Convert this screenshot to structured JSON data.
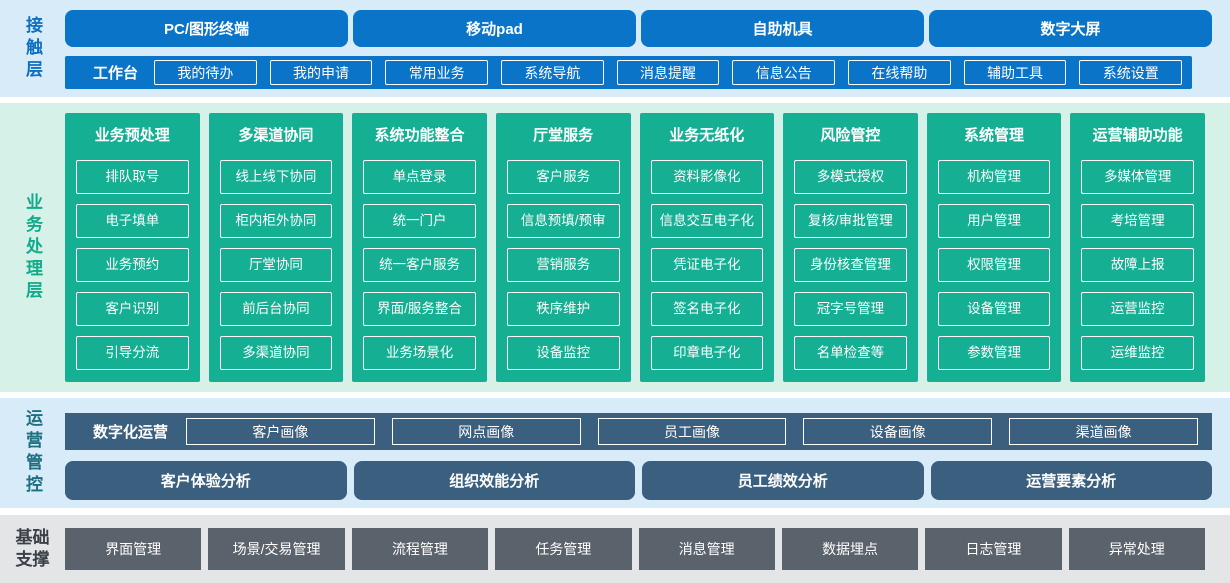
{
  "colors": {
    "contact_bar": "#0a74c9",
    "contact_bg": "#d8ebf8",
    "business_box": "#15b093",
    "business_bg": "#d6f2e8",
    "operations_bar": "#3b5f7e",
    "operations_bg": "#d8ebf8",
    "foundation_bar": "#5a626b",
    "foundation_bg": "#e3e5e7"
  },
  "contact": {
    "label": "接触层",
    "channels": [
      "PC/图形终端",
      "移动pad",
      "自助机具",
      "数字大屏"
    ],
    "workbench": {
      "label": "工作台",
      "items": [
        "我的待办",
        "我的申请",
        "常用业务",
        "系统导航",
        "消息提醒",
        "信息公告",
        "在线帮助",
        "辅助工具",
        "系统设置"
      ]
    }
  },
  "business": {
    "label": "业务处理层",
    "columns": [
      {
        "title": "业务预处理",
        "items": [
          "排队取号",
          "电子填单",
          "业务预约",
          "客户识别",
          "引导分流"
        ]
      },
      {
        "title": "多渠道协同",
        "items": [
          "线上线下协同",
          "柜内柜外协同",
          "厅堂协同",
          "前后台协同",
          "多渠道协同"
        ]
      },
      {
        "title": "系统功能整合",
        "items": [
          "单点登录",
          "统一门户",
          "统一客户服务",
          "界面/服务整合",
          "业务场景化"
        ]
      },
      {
        "title": "厅堂服务",
        "items": [
          "客户服务",
          "信息预填/预审",
          "营销服务",
          "秩序维护",
          "设备监控"
        ]
      },
      {
        "title": "业务无纸化",
        "items": [
          "资料影像化",
          "信息交互电子化",
          "凭证电子化",
          "签名电子化",
          "印章电子化"
        ]
      },
      {
        "title": "风险管控",
        "items": [
          "多模式授权",
          "复核/审批管理",
          "身份核查管理",
          "冠字号管理",
          "名单检查等"
        ]
      },
      {
        "title": "系统管理",
        "items": [
          "机构管理",
          "用户管理",
          "权限管理",
          "设备管理",
          "参数管理"
        ]
      },
      {
        "title": "运营辅助功能",
        "items": [
          "多媒体管理",
          "考培管理",
          "故障上报",
          "运营监控",
          "运维监控"
        ]
      }
    ]
  },
  "operations": {
    "label": "运营管控",
    "digital": {
      "label": "数字化运营",
      "items": [
        "客户画像",
        "网点画像",
        "员工画像",
        "设备画像",
        "渠道画像"
      ]
    },
    "analysis": [
      "客户体验分析",
      "组织效能分析",
      "员工绩效分析",
      "运营要素分析"
    ]
  },
  "foundation": {
    "label": "基础支撑",
    "items": [
      "界面管理",
      "场景/交易管理",
      "流程管理",
      "任务管理",
      "消息管理",
      "数据埋点",
      "日志管理",
      "异常处理"
    ]
  }
}
